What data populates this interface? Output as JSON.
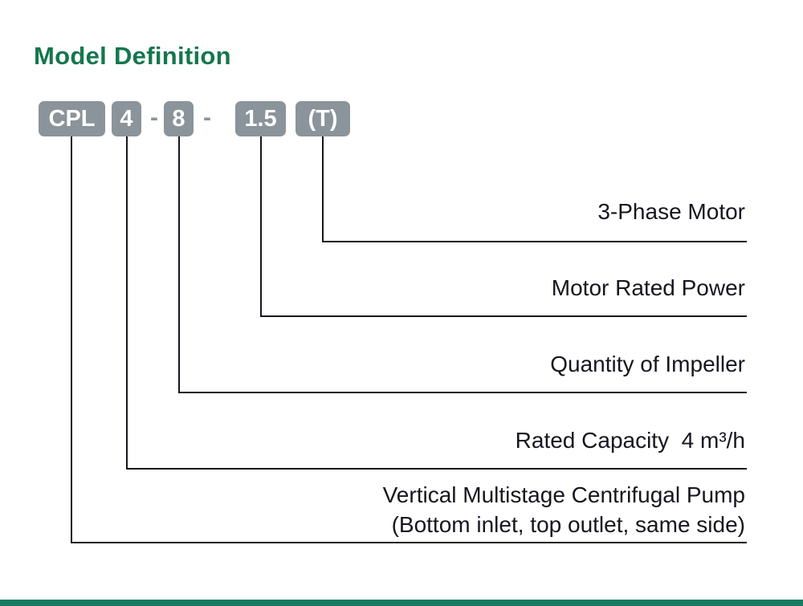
{
  "title": "Model Definition",
  "model_code": {
    "series": "CPL",
    "capacity": "4",
    "separator": "-",
    "impellers": "8",
    "power": "1.5",
    "phase": "(T)"
  },
  "legend": {
    "phase": "3-Phase Motor",
    "power": "Motor Rated Power",
    "impellers": "Quantity of Impeller",
    "capacity": "Rated Capacity  4 m³/h",
    "series_line1": "Vertical Multistage Centrifugal Pump",
    "series_line2": "(Bottom inlet, top outlet, same side)"
  },
  "colors": {
    "title": "#14774e",
    "badge_bg": "#8a949a",
    "badge_text": "#ffffff",
    "line": "#16161f",
    "label_text": "#16161f",
    "footer": "#1a7a63"
  }
}
